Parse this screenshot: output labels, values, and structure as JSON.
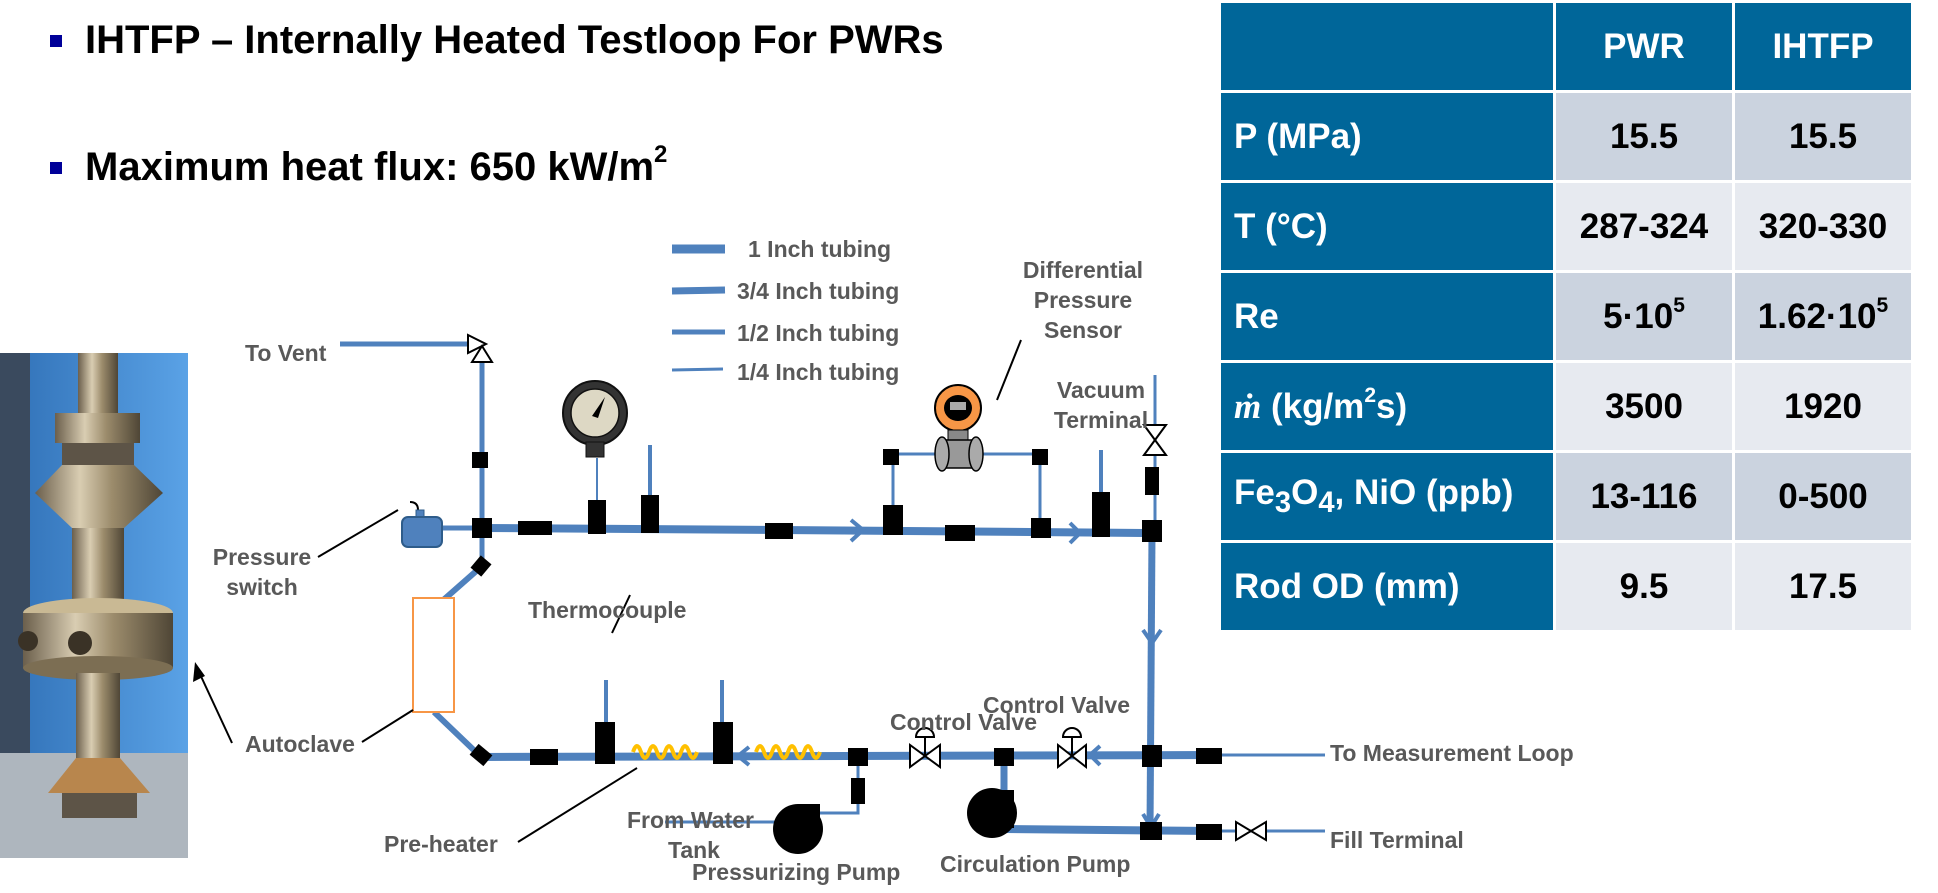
{
  "bullets": [
    {
      "text": "IHTFP – Internally Heated Testloop For PWRs"
    },
    {
      "text_main": "Maximum heat flux: 650 kW/m",
      "text_sup": "2"
    }
  ],
  "colors": {
    "bullet": "#000099",
    "table_header": "#006699",
    "table_cell_dark": "#cbd3df",
    "table_cell_light": "#e7eaf0",
    "pipe": "#4f81bd",
    "label_text": "#595959",
    "heater_coil": "#ffc000",
    "autoclave_box": "#f79646",
    "sensor_orange": "#f79646"
  },
  "table": {
    "columns": [
      "",
      "PWR",
      "IHTFP"
    ],
    "rows": [
      {
        "label": "P (MPa)",
        "pwr": "15.5",
        "ihtfp": "15.5"
      },
      {
        "label": "T (°C)",
        "pwr": "287-324",
        "ihtfp": "320-330"
      },
      {
        "label": "Re",
        "pwr_base": "5·10",
        "pwr_exp": "5",
        "ihtfp_base": "1.62·10",
        "ihtfp_exp": "5"
      },
      {
        "label_sym": "ṁ",
        "label_rest": " (kg/m",
        "label_sup": "2",
        "label_end": "s)",
        "pwr": "3500",
        "ihtfp": "1920"
      },
      {
        "label_a": "Fe",
        "label_sub1": "3",
        "label_b": "O",
        "label_sub2": "4",
        "label_c": ", NiO (ppb)",
        "pwr": "13-116",
        "ihtfp": "0-500"
      },
      {
        "label": "Rod OD (mm)",
        "pwr": "9.5",
        "ihtfp": "17.5"
      }
    ]
  },
  "legend": [
    {
      "label": "1 Inch tubing"
    },
    {
      "label": "3/4 Inch tubing"
    },
    {
      "label": "1/2 Inch tubing"
    },
    {
      "label": "1/4 Inch tubing"
    }
  ],
  "labels": {
    "to_vent": "To Vent",
    "pressure_switch_1": "Pressure",
    "pressure_switch_2": "switch",
    "autoclave": "Autoclave",
    "thermocouple": "Thermocouple",
    "pre_heater": "Pre-heater",
    "dp_sensor_1": "Differential",
    "dp_sensor_2": "Pressure",
    "dp_sensor_3": "Sensor",
    "vacuum_1": "Vacuum",
    "vacuum_2": "Terminal",
    "control_valve_1": "Control Valve",
    "control_valve_2": "Control Valve",
    "to_measurement_loop": "To Measurement Loop",
    "fill_terminal": "Fill Terminal",
    "from_water_1": "From Water",
    "from_water_2": "Tank",
    "pressurizing_pump": "Pressurizing Pump",
    "circulation_pump": "Circulation Pump"
  },
  "photo": {
    "subject": "Autoclave test section photograph"
  }
}
